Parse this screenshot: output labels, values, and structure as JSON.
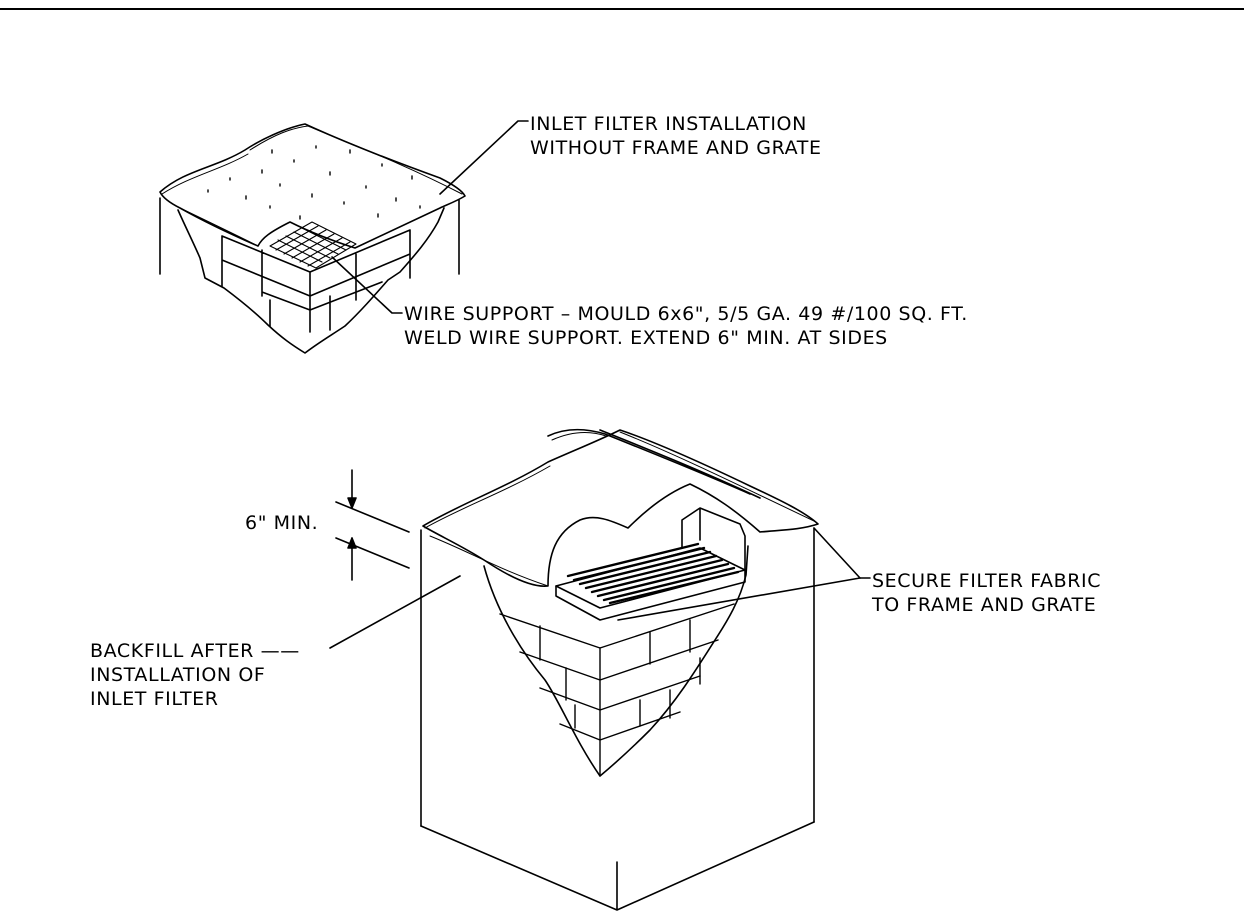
{
  "callouts": {
    "inlet_filter_line1": "INLET FILTER INSTALLATION",
    "inlet_filter_line2": "WITHOUT FRAME AND GRATE",
    "wire_support_line1": "WIRE SUPPORT – MOULD 6x6\", 5/5 GA. 49 #/100 SQ. FT.",
    "wire_support_line2": "WELD WIRE SUPPORT. EXTEND 6\" MIN. AT SIDES",
    "dimension": "6\" MIN.",
    "secure_line1": "SECURE FILTER FABRIC",
    "secure_line2": "TO FRAME AND GRATE",
    "backfill_line1": "BACKFILL AFTER",
    "backfill_line2": "INSTALLATION OF",
    "backfill_line3": "INLET FILTER"
  },
  "colors": {
    "ink": "#000000",
    "paper": "#ffffff"
  }
}
